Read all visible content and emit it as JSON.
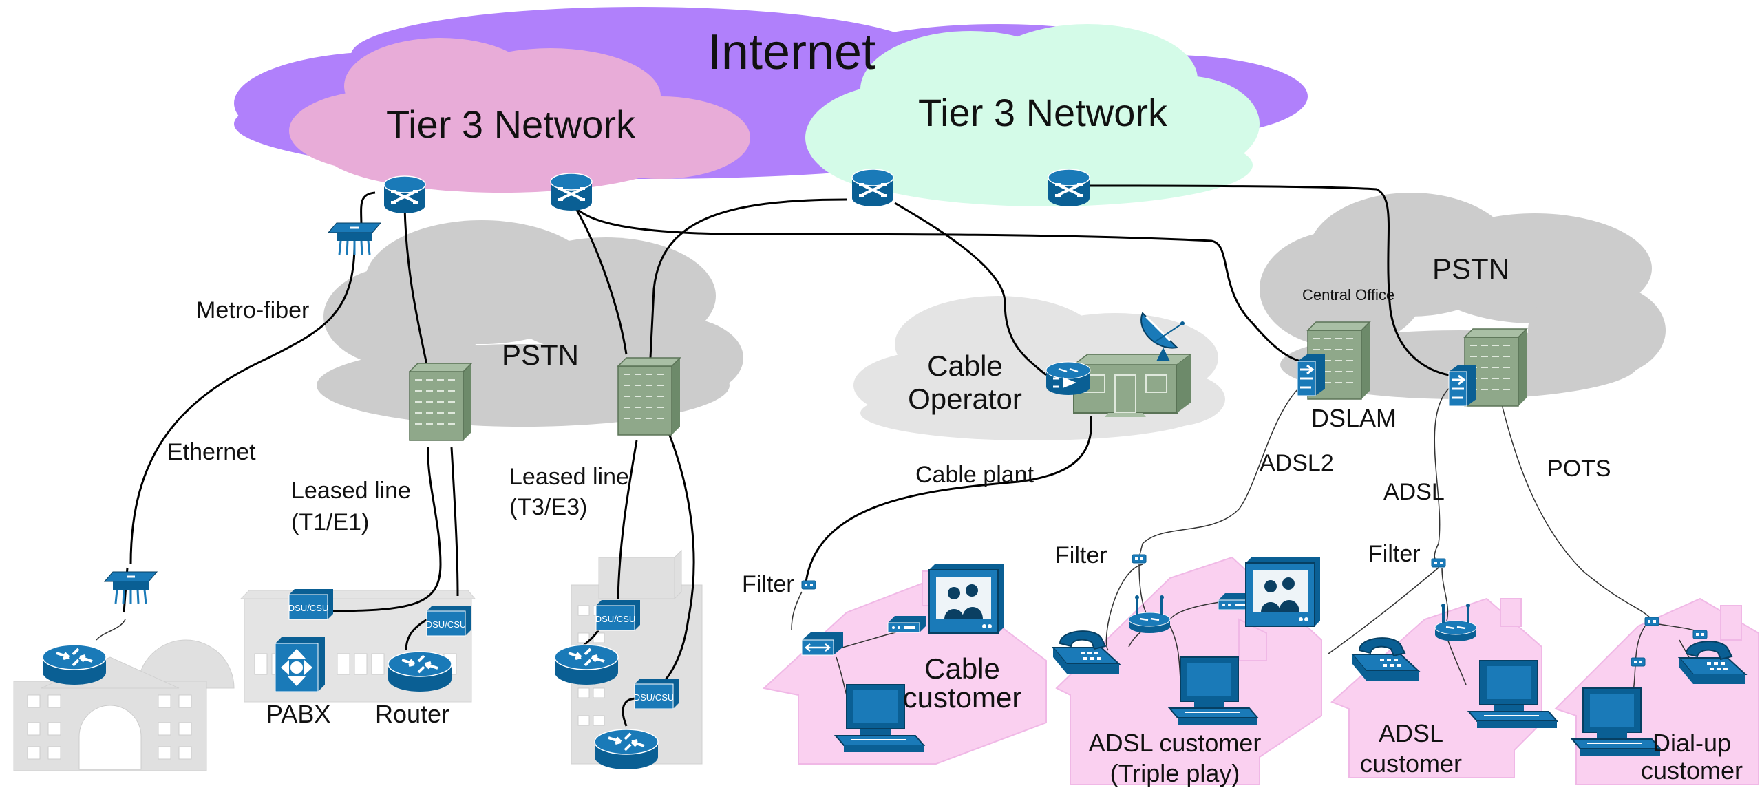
{
  "colors": {
    "internet_cloud": "#b080fb",
    "tier3_left_cloud": "#e8acd8",
    "tier3_right_cloud": "#d4fbe8",
    "pstn_cloud": "#cccccc",
    "cable_cloud": "#e4e4e4",
    "device_blue": "#1070a8",
    "building_green": "#8fa88a",
    "house_pink": "#fad0f0",
    "ghost_building": "#e0e0e0"
  },
  "clouds": {
    "internet": "Internet",
    "tier3_left": "Tier 3 Network",
    "tier3_right": "Tier 3 Network",
    "pstn_left": "PSTN",
    "pstn_right": "PSTN",
    "cable_line1": "Cable",
    "cable_line2": "Operator"
  },
  "labels": {
    "metro_fiber": "Metro-fiber",
    "ethernet": "Ethernet",
    "leased_t1_line1": "Leased line",
    "leased_t1_line2": "(T1/E1)",
    "leased_t3_line1": "Leased line",
    "leased_t3_line2": "(T3/E3)",
    "cable_plant": "Cable plant",
    "central_office": "Central Office",
    "dslam": "DSLAM",
    "adsl2": "ADSL2",
    "adsl": "ADSL",
    "pots": "POTS",
    "filter_cable": "Filter",
    "filter_adsl2": "Filter",
    "filter_adsl": "Filter",
    "dsu_csu": "DSU/CSU",
    "pabx": "PABX",
    "router": "Router"
  },
  "customers": {
    "cable_line1": "Cable",
    "cable_line2": "customer",
    "triple_line1": "ADSL customer",
    "triple_line2": "(Triple play)",
    "adsl_line1": "ADSL",
    "adsl_line2": "customer",
    "dialup_line1": "Dial-up",
    "dialup_line2": "customer"
  },
  "icons": [
    "router-icon",
    "optical-switch-icon",
    "ethernet-switch-icon",
    "office-building-icon",
    "dslam-icon",
    "satellite-dish-icon",
    "cable-modem-icon",
    "telephone-icon",
    "computer-icon",
    "television-icon",
    "wireless-router-icon",
    "filter-icon",
    "pabx-icon",
    "dsu-csu-icon"
  ]
}
